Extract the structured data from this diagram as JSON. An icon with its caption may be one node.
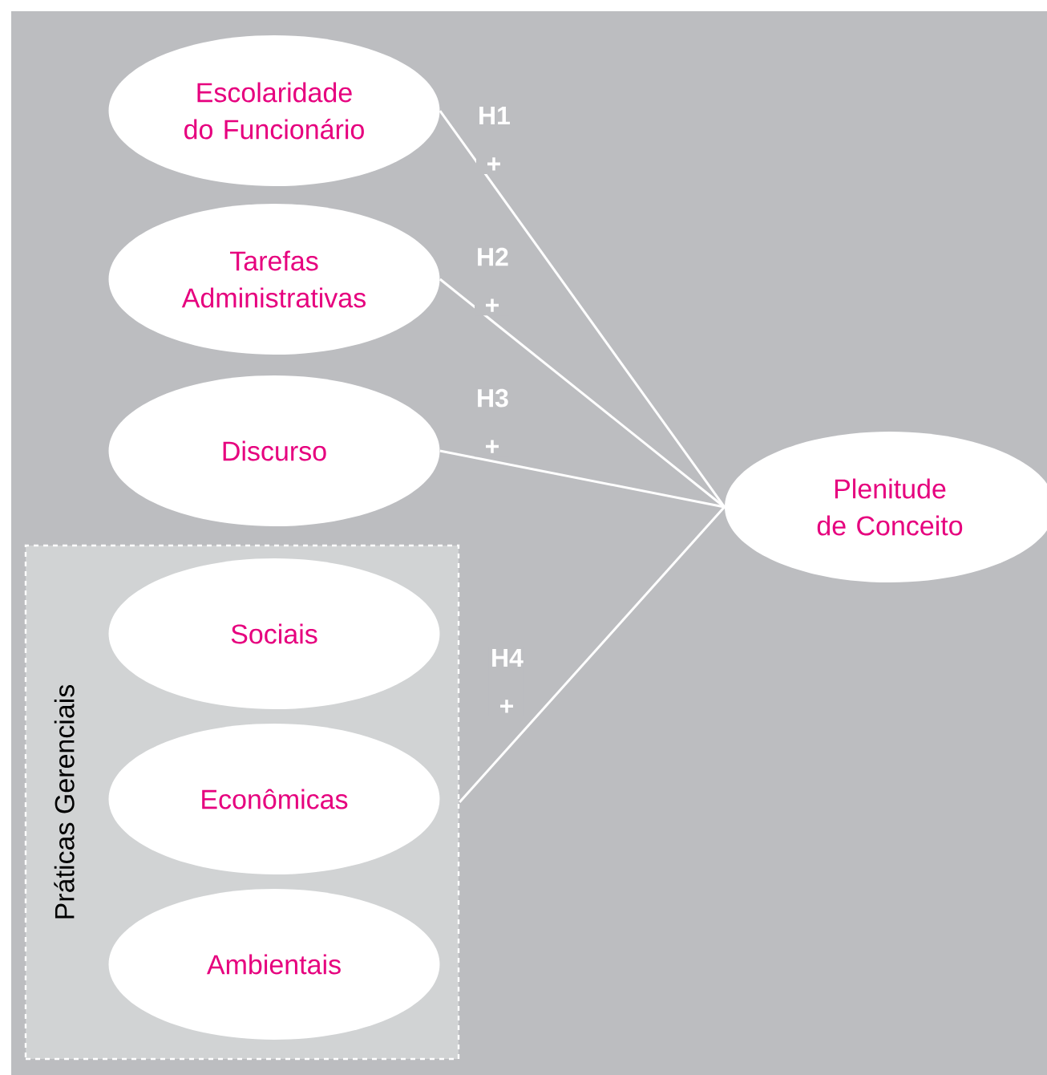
{
  "diagram": {
    "nodes": [
      {
        "text": [
          "Escolaridade do Funcionário"
        ]
      },
      {
        "text": [
          "Tarefas Administrativas"
        ]
      },
      {
        "text": [
          "Discurso"
        ]
      },
      {
        "text": [
          "Práticas Gerenciais"
        ]
      },
      {
        "text": [
          "Sociais"
        ],
        "in": 3
      },
      {
        "text": [
          "Econômicas"
        ],
        "in": 3
      },
      {
        "text": [
          "Ambientais"
        ],
        "in": 3
      },
      {
        "text": [
          "Plenitude de Conceito"
        ]
      }
    ],
    "edges": [
      {
        "from": 0,
        "to": 7,
        "arrow": "none",
        "label": "H1 +"
      },
      {
        "from": 1,
        "to": 7,
        "arrow": "none",
        "label": "H2 +"
      },
      {
        "from": 2,
        "to": 7,
        "arrow": "none",
        "label": "H3 +"
      },
      {
        "from": 3,
        "to": 7,
        "arrow": "none",
        "label": "H4 +"
      }
    ]
  }
}
